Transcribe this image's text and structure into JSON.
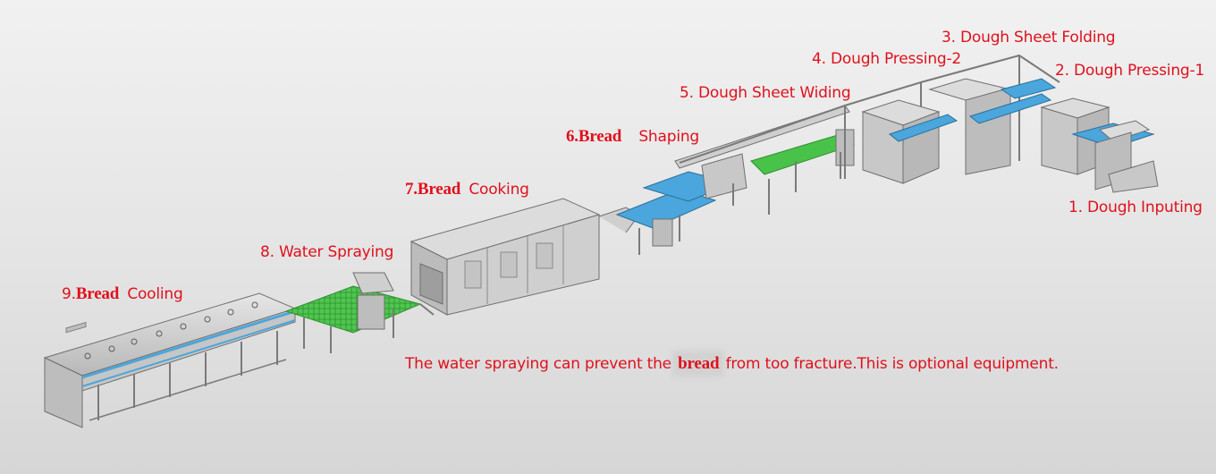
{
  "labels": {
    "step1": "1. Dough Inputing",
    "step2": "2. Dough Pressing-1",
    "step3": "3. Dough Sheet Folding",
    "step4": "4. Dough Pressing-2",
    "step5": "5. Dough Sheet Widing",
    "step6_num": "6.",
    "step6_bold": "Bread",
    "step6_text": "Shaping",
    "step7_num": "7.",
    "step7_bold": "Bread",
    "step7_text": "Cooking",
    "step8": "8. Water Spraying",
    "step9_num": "9.",
    "step9_bold": "Bread",
    "step9_text": "Cooling"
  },
  "note": {
    "before": "The water spraying can prevent the",
    "bold": "bread",
    "after": "from too fracture.This is optional equipment."
  },
  "colors": {
    "label": "#e0101c",
    "belt_blue": "#4aa6dc",
    "belt_green": "#49c24a",
    "frame": "#8c8c8c",
    "panel": "#cfcfcf"
  }
}
